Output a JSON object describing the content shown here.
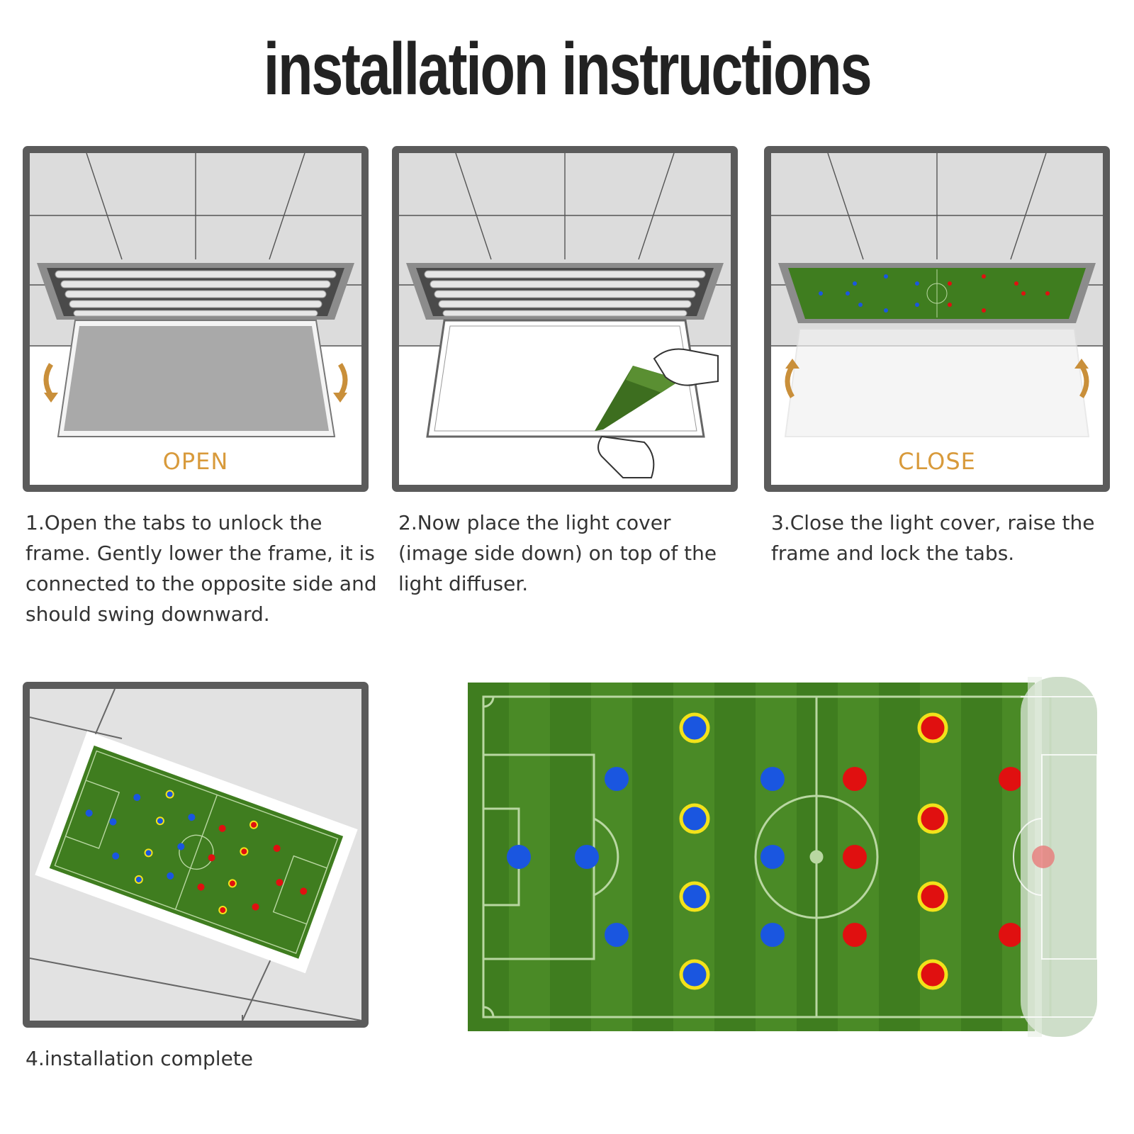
{
  "title": "installation instructions",
  "steps": [
    {
      "label": "OPEN",
      "caption": "1.Open the tabs to unlock the frame. Gently lower the frame, it is connected to the opposite side and should swing downward."
    },
    {
      "label": "",
      "caption": "2.Now place the light cover (image side down) on top of the light diffuser."
    },
    {
      "label": "CLOSE",
      "caption": "3.Close the light cover, raise the frame and lock the tabs."
    },
    {
      "label": "",
      "caption": "4.installation complete"
    }
  ],
  "colors": {
    "accent": "#d89a3b",
    "frame": "#5b5b5b",
    "grass": "#3f7d1f",
    "team_blue": "#1a56e0",
    "team_red": "#e01010",
    "ring": "#f2e21a"
  },
  "icons": [
    "swing-down-arrow-icon",
    "swing-up-arrow-icon",
    "hand-icon"
  ]
}
